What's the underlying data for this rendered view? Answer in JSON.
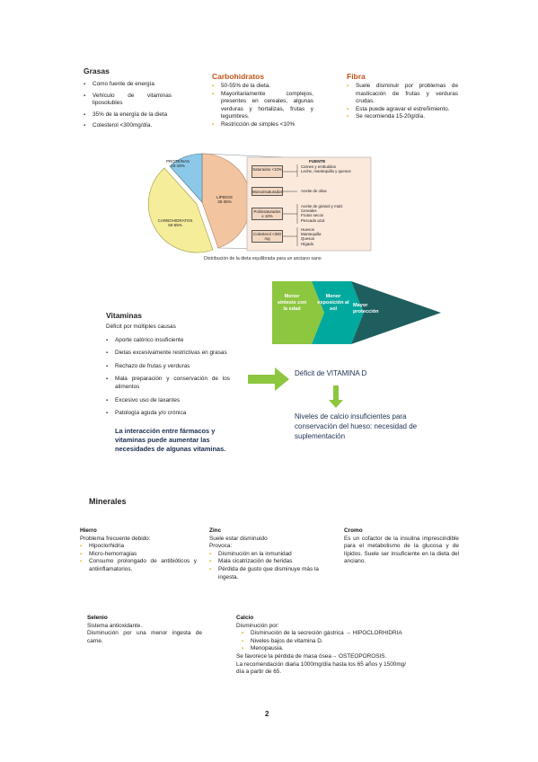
{
  "grasas": {
    "title": "Grasas",
    "items": [
      "Como fuente de energía",
      "Vehículo de vitaminas liposolubles",
      "35% de la energía de la dieta",
      "Colesterol <300mg/día."
    ]
  },
  "carbohidratos": {
    "title": "Carbohidratos",
    "items": [
      "50-55% de la dieta.",
      "Mayoritariamente complejos, presentes en cereales, algunas verduras y hortalizas, frutas y legumbres.",
      "Restricción de simples <10%"
    ]
  },
  "fibra": {
    "title": "Fibra",
    "items": [
      "Suele disminuir por problemas de masticación de frutas y verduras crudas.",
      "Esta puede agravar el estreñimiento.",
      "Se recomienda 15-20g/día."
    ]
  },
  "pie": {
    "slices": [
      {
        "label": "PROTEÍNAS",
        "value": "15-18%",
        "color": "#8cc8e8"
      },
      {
        "label": "LÍPIDOS",
        "value": "30-35%",
        "color": "#f2c4a0"
      },
      {
        "label": "CARBOHIDRATOS",
        "value": "50-55%",
        "color": "#f5ed9a"
      }
    ],
    "fuente_label": "FUENTE",
    "rows": [
      {
        "label": "Saturados <10%",
        "foods": [
          "Carnes y embutidos",
          "Leche, mantequilla y quesos"
        ]
      },
      {
        "label": "Monoinsaturados",
        "foods": [
          "Aceite de oliva"
        ]
      },
      {
        "label": "Poliinsaturados ≤ 10%",
        "foods": [
          "Aceite de girasol y maíz",
          "Cereales",
          "Frutos secos",
          "Pescado azul"
        ]
      },
      {
        "label": "Colesterol <300 mg",
        "foods": [
          "Huevos",
          "Mantequilla",
          "Quesos",
          "Hígado"
        ]
      }
    ],
    "caption": "Distribución de la dieta equilibrada para un anciano sano"
  },
  "arrows": {
    "a1": "Menor síntesis con la edad",
    "a2": "Menor exposición al sol",
    "a3": "Mayor protección"
  },
  "vitaminas": {
    "title": "Vitaminas",
    "intro": "Déficit por múltiples causas",
    "items": [
      "Aporte calórico insuficiente",
      "Dietas excesivamente restrictivas en grasas",
      "Rechazo de frutas y verduras",
      "Mala preparación y conservación de los alimentos",
      "Excesivo uso de laxantes",
      "Patología aguda y/o crónica"
    ],
    "note": "La interacción entre fármacos y vitaminas puede aumentar las necesidades de algunas vitaminas."
  },
  "vitd": {
    "deficit": "Déficit de VITAMINA D",
    "consequence": "Niveles de calcio insuficientes para conservación del hueso: necesidad de suplementación"
  },
  "minerales": {
    "title": "Minerales",
    "hierro": {
      "title": "Hierro",
      "intro": "Problema frecuente debido:",
      "items": [
        "Hipoclorhidria",
        "Micro-hemorragias",
        "Consumo prolongado de antibióticos y antiinflamatorios."
      ]
    },
    "zinc": {
      "title": "Zinc",
      "intro": "Suele estar disminuido",
      "intro2": "Provoca:",
      "items": [
        "Disminución en la inmunidad",
        "Mala cicatrización de heridas",
        "Pérdida de gusto que disminuye más la ingesta."
      ]
    },
    "cromo": {
      "title": "Cromo",
      "text": "Es un cofactor de la insulina imprescindible para el metabolismo de la glucosa y de lípidos. Suele ser insuficiente en la dieta del anciano."
    },
    "selenio": {
      "title": "Selenio",
      "lines": [
        "Sistema antioxidante.",
        "Disminución por una menor ingesta de carne."
      ]
    },
    "calcio": {
      "title": "Calcio",
      "intro": "Disminución por:",
      "items": [
        "Disminución de la secreción gástrica → HIPOCLORHIDRIA",
        "Niveles bajos de vitamina D.",
        "Menopausia."
      ],
      "line1": "Se favorece la pérdida de masa ósea→ OSTEOPOROSIS.",
      "line2": "La recomendación diaria 1000mg/día hasta los 65 años y 1500mg/ día a partir de 65."
    }
  },
  "page_number": "2"
}
